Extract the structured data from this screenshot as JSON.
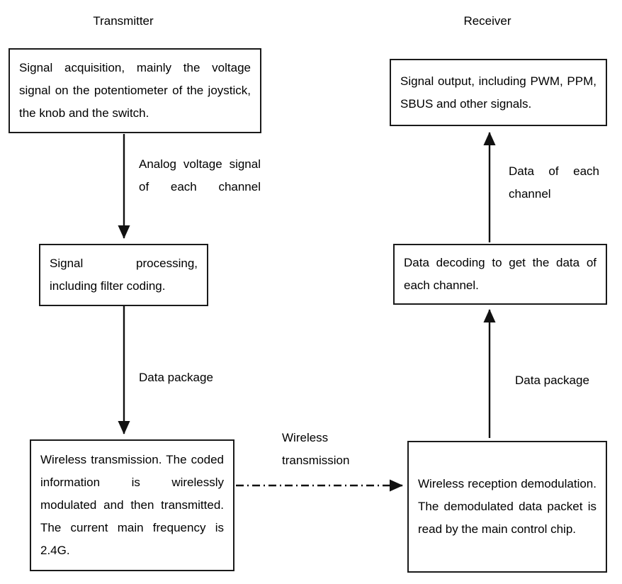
{
  "diagram": {
    "title_left": "Transmitter",
    "title_right": "Receiver",
    "background": "#ffffff",
    "stroke": "#1a1a1a"
  },
  "transmitter": {
    "box_signal_acquisition": "Signal acquisition, mainly the voltage signal on the potentiometer of the joystick, the knob and the switch.",
    "box_signal_processing": "Signal processing, including filter coding.",
    "box_wireless_transmission": "Wireless transmission. The coded information is wirelessly modulated and then transmitted. The current main frequency is 2.4G.",
    "label_analog_voltage": "Analog voltage signal of each channel",
    "label_data_package": "Data package"
  },
  "receiver": {
    "box_signal_output": "Signal output, including PWM, PPM, SBUS and other signals.",
    "box_data_decoding": "Data decoding to get the data of each channel.",
    "box_wireless_reception": "Wireless reception demodulation. The demodulated data packet is read by the main control chip.",
    "label_data_of_each_channel": "Data of each channel",
    "label_data_package": "Data package"
  },
  "link": {
    "label_wireless_transmission": "Wireless transmission",
    "style": "dash-dot"
  }
}
